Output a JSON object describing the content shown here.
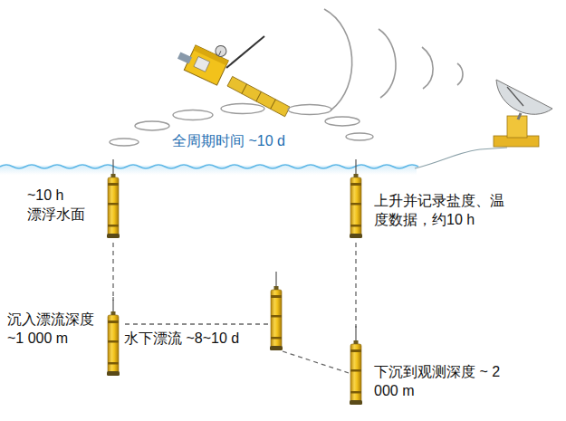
{
  "diagram": {
    "labels": [
      "全周期时间 ~10 d",
      "~10 h 漂浮水面",
      "上升并记录盐度、温度数据，约10 h",
      "沉入漂流深度 ~1 000 m",
      "水下漂流 ~8~10 d",
      "下沉到观测深度 ~ 2 000 m"
    ]
  }
}
